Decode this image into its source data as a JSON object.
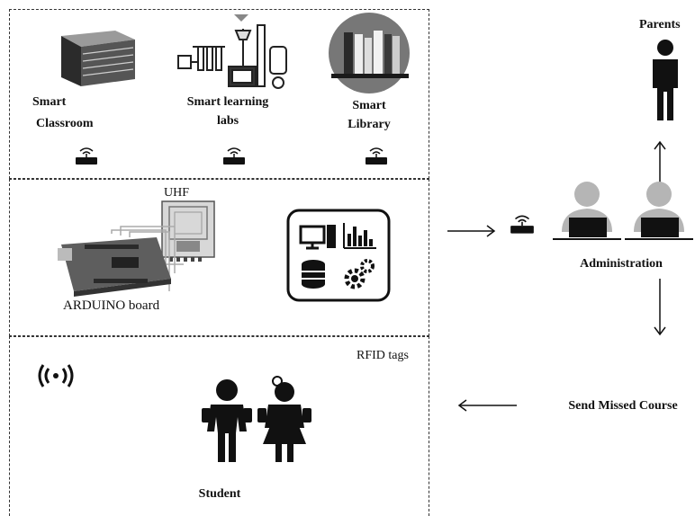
{
  "panels": {
    "top": {
      "items": [
        {
          "label_line1": "Smart",
          "label_line2": "Classroom",
          "icon": "server-icon"
        },
        {
          "label_line1": "Smart learning",
          "label_line2": "labs",
          "icon": "lab-equipment-icon"
        },
        {
          "label_line1": "Smart",
          "label_line2": "Library",
          "icon": "library-books-icon"
        }
      ],
      "reader_icon": "rfid-reader-icon"
    },
    "middle": {
      "uhf_label": "UHF",
      "arduino_label": "ARDUINO board",
      "data_icon": "data-processing-icon"
    },
    "bottom": {
      "rfid_label": "RFID tags",
      "student_label": "Student",
      "signal_icon": "wireless-signal-icon"
    }
  },
  "right": {
    "parents_label": "Parents",
    "administration_label": "Administration",
    "send_missed_label": "Send Missed Course"
  },
  "colors": {
    "figure": "#111111",
    "admin_person": "#b5b5b5",
    "border": "#333333"
  }
}
